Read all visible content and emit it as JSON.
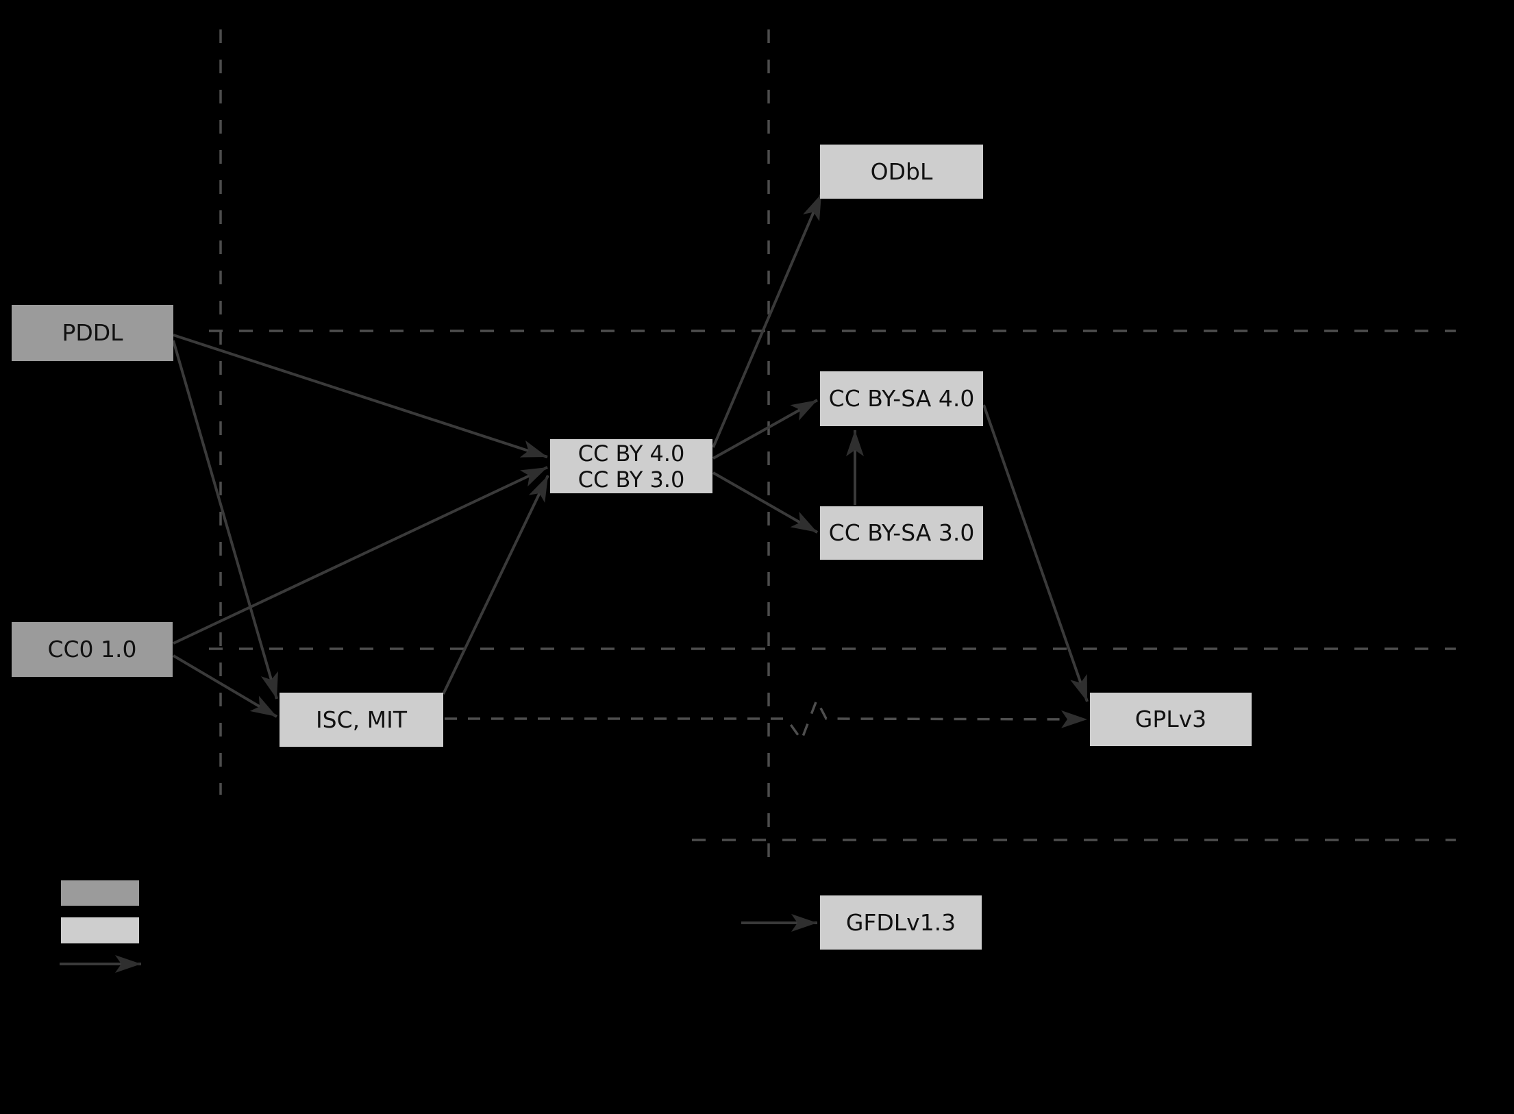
{
  "diagram": {
    "title_visible": false,
    "background_color": "#000000",
    "nodes": {
      "pddl": {
        "label": "PDDL",
        "category_color": "#9b9b9b"
      },
      "cc0": {
        "label": "CC0 1.0",
        "category_color": "#9b9b9b"
      },
      "isc_mit": {
        "label": "ISC, MIT",
        "category_color": "#cecece"
      },
      "cc_by": {
        "label_line1": "CC BY 4.0",
        "label_line2": "CC BY 3.0",
        "category_color": "#cecece"
      },
      "odbl": {
        "label": "ODbL",
        "category_color": "#cecece"
      },
      "cc_by_sa_4": {
        "label": "CC BY-SA 4.0",
        "category_color": "#cecece"
      },
      "cc_by_sa_3": {
        "label": "CC BY-SA 3.0",
        "category_color": "#cecece"
      },
      "gplv3": {
        "label": "GPLv3",
        "category_color": "#cecece"
      },
      "gfdl": {
        "label": "GFDLv1.3",
        "category_color": "#cecece"
      }
    },
    "edges": [
      {
        "from": "PDDL",
        "to": "ISC, MIT",
        "style": "solid"
      },
      {
        "from": "PDDL",
        "to": "CC BY 4.0 / CC BY 3.0",
        "style": "solid"
      },
      {
        "from": "CC0 1.0",
        "to": "CC BY 4.0 / CC BY 3.0",
        "style": "solid"
      },
      {
        "from": "CC0 1.0",
        "to": "ISC, MIT",
        "style": "solid"
      },
      {
        "from": "ISC, MIT",
        "to": "CC BY 4.0 / CC BY 3.0",
        "style": "solid"
      },
      {
        "from": "CC BY 4.0 / CC BY 3.0",
        "to": "ODbL",
        "style": "solid"
      },
      {
        "from": "CC BY 4.0 / CC BY 3.0",
        "to": "CC BY-SA 4.0",
        "style": "solid"
      },
      {
        "from": "CC BY 4.0 / CC BY 3.0",
        "to": "CC BY-SA 3.0",
        "style": "solid"
      },
      {
        "from": "CC BY-SA 3.0",
        "to": "CC BY-SA 4.0",
        "style": "solid"
      },
      {
        "from": "CC BY-SA 4.0",
        "to": "GPLv3",
        "style": "solid"
      },
      {
        "from": "ISC, MIT",
        "to": "GPLv3",
        "style": "dashed-with-break"
      },
      {
        "from": "",
        "to": "GFDLv1.3",
        "style": "solid"
      }
    ],
    "dividers": {
      "vertical_count": 2,
      "horizontal_count": 3,
      "style": "dashed",
      "color": "#4e4e4e"
    },
    "legend": {
      "swatch_dark_color": "#9b9b9b",
      "swatch_light_color": "#cecece",
      "arrow_color": "#3a3a3a"
    },
    "colors": {
      "solid_edge": "#3a3a3a",
      "arrowhead": "#2f2f2f",
      "dashed_line": "#4e4e4e",
      "node_text": "#111111"
    }
  }
}
